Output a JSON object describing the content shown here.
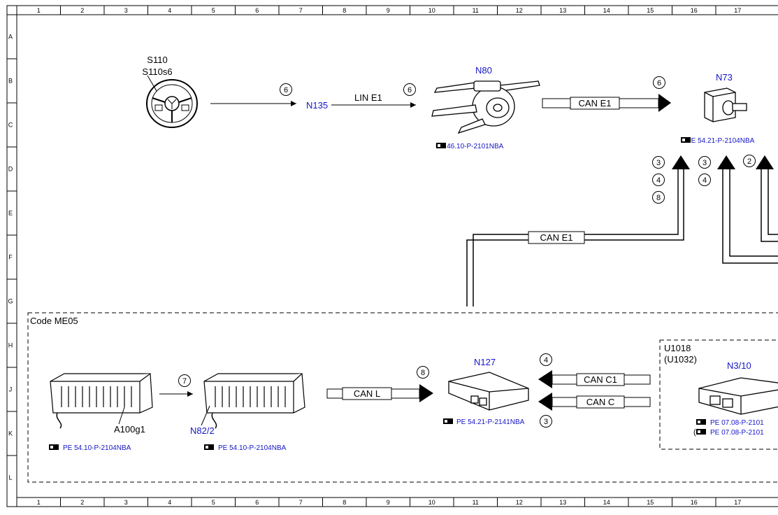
{
  "frame": {
    "columns": [
      "1",
      "2",
      "3",
      "4",
      "5",
      "6",
      "7",
      "8",
      "9",
      "10",
      "11",
      "12",
      "13",
      "14",
      "15",
      "16",
      "17"
    ],
    "rows": [
      "A",
      "B",
      "C",
      "D",
      "E",
      "F",
      "G",
      "H",
      "J",
      "K",
      "L"
    ]
  },
  "colors": {
    "component_label": "#1515c8",
    "line": "#000000"
  },
  "components": {
    "steering_wheel": {
      "label1": "S110",
      "label2": "S110s6",
      "icon": "steering-wheel-icon"
    },
    "n135": {
      "label": "N135"
    },
    "n80": {
      "label": "N80",
      "ref": "PE 46.10-P-2101NBA",
      "icon": "steering-column-module-icon"
    },
    "n73": {
      "label": "N73",
      "ref": "PE 54.21-P-2104NBA",
      "icon": "ignition-switch-icon"
    },
    "a100g1": {
      "label": "A100g1",
      "ref": "PE 54.10-P-2104NBA",
      "icon": "battery-icon"
    },
    "n82_2": {
      "label": "N82/2",
      "ref": "PE 54.10-P-2104NBA",
      "icon": "battery-control-unit-icon"
    },
    "n127": {
      "label": "N127",
      "ref": "PE 54.21-P-2141NBA",
      "icon": "control-unit-icon"
    },
    "n3_10": {
      "label": "N3/10",
      "ref1": "PE 07.08-P-2101",
      "ref2": "PE 07.08-P-2101",
      "icon": "engine-control-unit-icon"
    }
  },
  "code_box": {
    "label": "Code ME05"
  },
  "u_box": {
    "label1": "U1018",
    "label2": "(U1032)"
  },
  "buses": {
    "lin_e1": "LIN E1",
    "can_e1_top": "CAN E1",
    "can_e1_mid": "CAN E1",
    "can_l": "CAN L",
    "can_c1": "CAN C1",
    "can_c": "CAN C"
  },
  "markers": {
    "m1": "6",
    "m2": "6",
    "m3": "6",
    "m4": "3",
    "m5": "4",
    "m6": "8",
    "m7": "3",
    "m8": "4",
    "m9": "2",
    "m10": "7",
    "m11": "8",
    "m12": "4",
    "m13": "3"
  }
}
